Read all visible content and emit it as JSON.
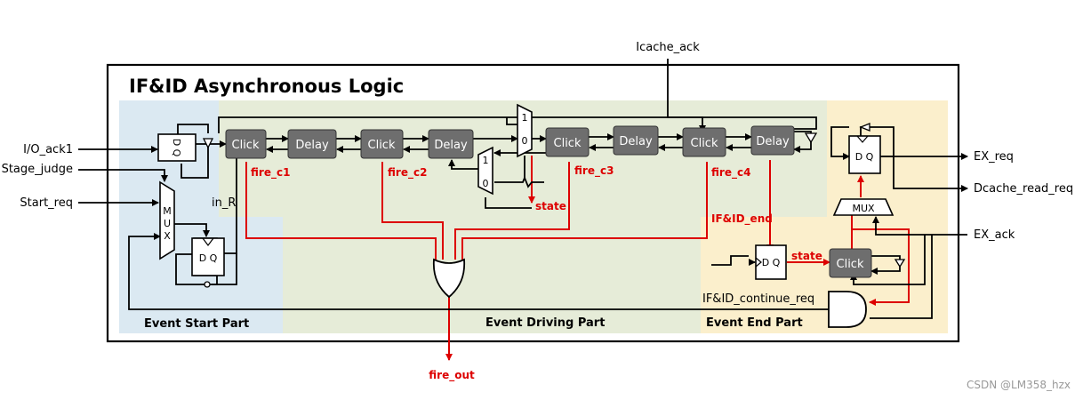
{
  "title": "IF&ID Asynchronous Logic",
  "colors": {
    "start_region": "#dbe9f2",
    "driving_region": "#e6ecd8",
    "end_region": "#fbefcc",
    "block": "#6e6e6e",
    "signal_red": "#dd0000"
  },
  "regions": {
    "start": "Event Start Part",
    "driving": "Event Driving Part",
    "end": "Event End Part"
  },
  "blocks": {
    "click": "Click",
    "delay": "Delay",
    "mux": "MUX",
    "mux_v": [
      "M",
      "U",
      "X"
    ],
    "dq": "D  Q",
    "mux_one": "1",
    "mux_zero": "0"
  },
  "inputs": {
    "io_ack1": "I/O_ack1",
    "stage_judge": "Stage_judge",
    "start_req": "Start_req",
    "icache_ack": "Icache_ack",
    "ex_ack": "EX_ack"
  },
  "outputs": {
    "ex_req": "EX_req",
    "dcache_read_req": "Dcache_read_req",
    "fire_out": "fire_out"
  },
  "signals": {
    "in_r": "in_R",
    "fire_c1": "fire_c1",
    "fire_c2": "fire_c2",
    "fire_c3": "fire_c3",
    "fire_c4": "fire_c4",
    "state": "state",
    "state2": "state",
    "ifid_end": "IF&ID_end",
    "ifid_continue_req": "IF&ID_continue_req"
  },
  "watermark": "CSDN @LM358_hzx"
}
